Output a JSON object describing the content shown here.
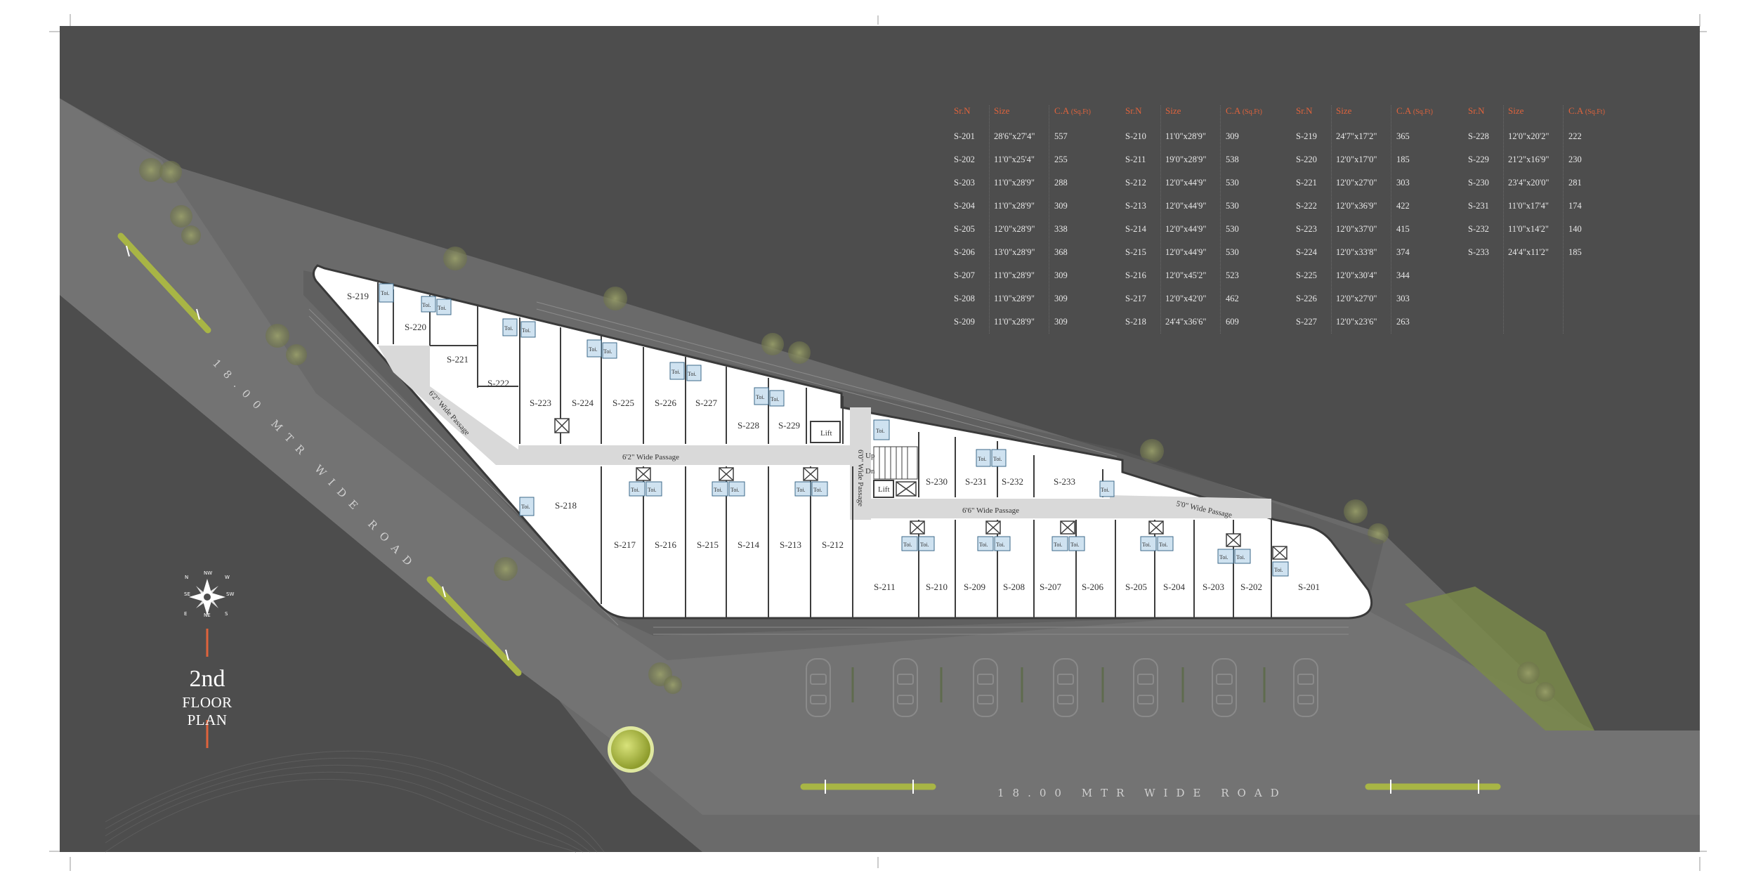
{
  "title": {
    "floor": "2nd",
    "plan": "FLOOR PLAN"
  },
  "roads": {
    "left": "18.00 MTR WIDE ROAD",
    "bottom": "18.00 MTR WIDE ROAD"
  },
  "passages": {
    "p1": "6'2\" Wide Passage",
    "p2": "6'2\" Wide Passage",
    "p3": "6'0\" Wide Passage",
    "p4": "6'6\" Wide Passage",
    "p5": "5'0\" Wide Passage"
  },
  "labels": {
    "lift": "Lift",
    "toilet": "Toi.",
    "up": "Up",
    "down": "Dn"
  },
  "compass": {
    "n": "N",
    "s": "S",
    "e": "E",
    "w": "W",
    "ne": "NE",
    "nw": "NW",
    "se": "SE",
    "sw": "SW"
  },
  "table": {
    "headers": {
      "sr": "Sr.N",
      "size": "Size",
      "ca": "C.A",
      "unit": "(Sq.Ft)"
    },
    "columns": [
      [
        [
          "S-201",
          "28'6\"x27'4\"",
          "557"
        ],
        [
          "S-202",
          "11'0\"x25'4\"",
          "255"
        ],
        [
          "S-203",
          "11'0\"x28'9\"",
          "288"
        ],
        [
          "S-204",
          "11'0\"x28'9\"",
          "309"
        ],
        [
          "S-205",
          "12'0\"x28'9\"",
          "338"
        ],
        [
          "S-206",
          "13'0\"x28'9\"",
          "368"
        ],
        [
          "S-207",
          "11'0\"x28'9\"",
          "309"
        ],
        [
          "S-208",
          "11'0\"x28'9\"",
          "309"
        ],
        [
          "S-209",
          "11'0\"x28'9\"",
          "309"
        ]
      ],
      [
        [
          "S-210",
          "11'0\"x28'9\"",
          "309"
        ],
        [
          "S-211",
          "19'0\"x28'9\"",
          "538"
        ],
        [
          "S-212",
          "12'0\"x44'9\"",
          "530"
        ],
        [
          "S-213",
          "12'0\"x44'9\"",
          "530"
        ],
        [
          "S-214",
          "12'0\"x44'9\"",
          "530"
        ],
        [
          "S-215",
          "12'0\"x44'9\"",
          "530"
        ],
        [
          "S-216",
          "12'0\"x45'2\"",
          "523"
        ],
        [
          "S-217",
          "12'0\"x42'0\"",
          "462"
        ],
        [
          "S-218",
          "24'4\"x36'6\"",
          "609"
        ]
      ],
      [
        [
          "S-219",
          "24'7\"x17'2\"",
          "365"
        ],
        [
          "S-220",
          "12'0\"x17'0\"",
          "185"
        ],
        [
          "S-221",
          "12'0\"x27'0\"",
          "303"
        ],
        [
          "S-222",
          "12'0\"x36'9\"",
          "422"
        ],
        [
          "S-223",
          "12'0\"x37'0\"",
          "415"
        ],
        [
          "S-224",
          "12'0\"x33'8\"",
          "374"
        ],
        [
          "S-225",
          "12'0\"x30'4\"",
          "344"
        ],
        [
          "S-226",
          "12'0\"x27'0\"",
          "303"
        ],
        [
          "S-227",
          "12'0\"x23'6\"",
          "263"
        ]
      ],
      [
        [
          "S-228",
          "12'0\"x20'2\"",
          "222"
        ],
        [
          "S-229",
          "21'2\"x16'9\"",
          "230"
        ],
        [
          "S-230",
          "23'4\"x20'0\"",
          "281"
        ],
        [
          "S-231",
          "11'0\"x17'4\"",
          "174"
        ],
        [
          "S-232",
          "11'0\"x14'2\"",
          "140"
        ],
        [
          "S-233",
          "24'4\"x11'2\"",
          "185"
        ]
      ]
    ]
  },
  "colors": {
    "background": "#4d4d4d",
    "road": "#6b6b6b",
    "floor": "#ffffff",
    "accent": "#e0633c",
    "green": "#a8b545",
    "passage": "#d9d9d9",
    "toilet": "#cfe2f0"
  },
  "units": {
    "s201": "S-201",
    "s202": "S-202",
    "s203": "S-203",
    "s204": "S-204",
    "s205": "S-205",
    "s206": "S-206",
    "s207": "S-207",
    "s208": "S-208",
    "s209": "S-209",
    "s210": "S-210",
    "s211": "S-211",
    "s212": "S-212",
    "s213": "S-213",
    "s214": "S-214",
    "s215": "S-215",
    "s216": "S-216",
    "s217": "S-217",
    "s218": "S-218",
    "s219": "S-219",
    "s220": "S-220",
    "s221": "S-221",
    "s222": "S-222",
    "s223": "S-223",
    "s224": "S-224",
    "s225": "S-225",
    "s226": "S-226",
    "s227": "S-227",
    "s228": "S-228",
    "s229": "S-229",
    "s230": "S-230",
    "s231": "S-231",
    "s232": "S-232",
    "s233": "S-233"
  }
}
